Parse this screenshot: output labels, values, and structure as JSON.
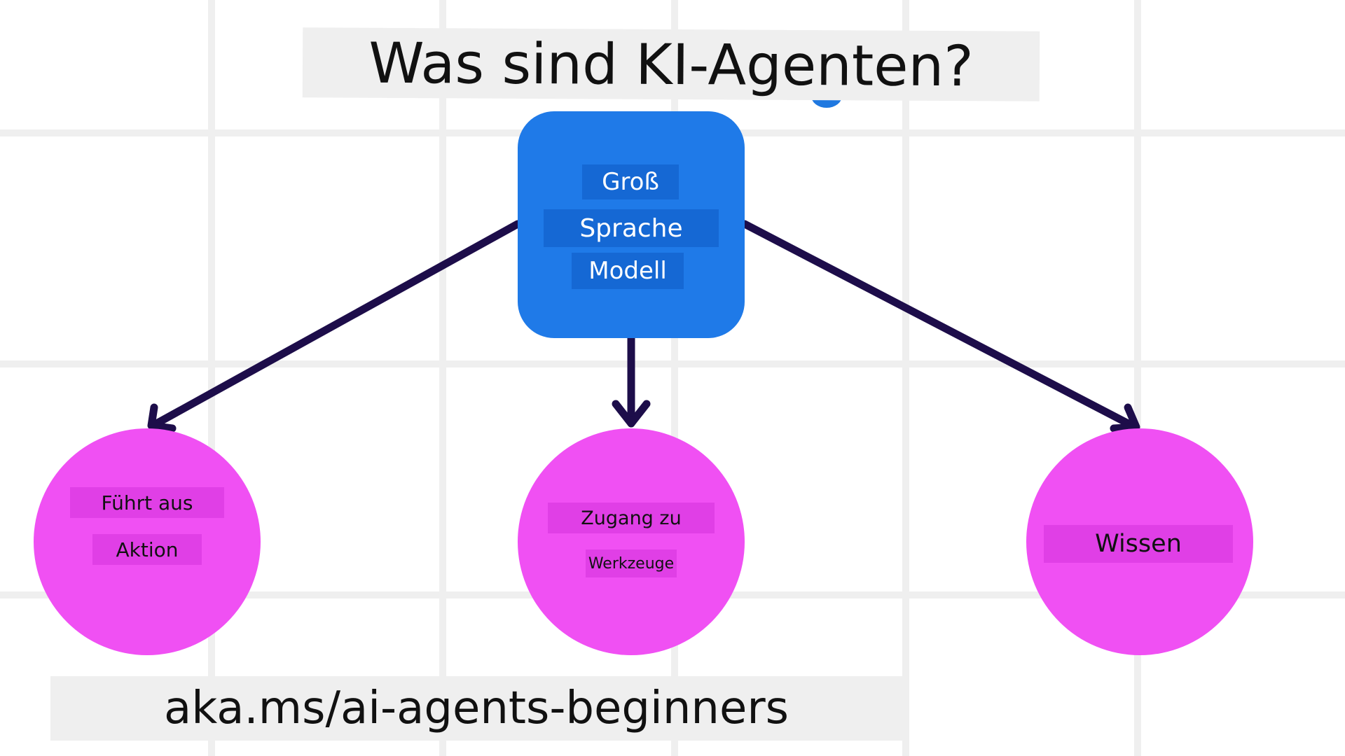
{
  "title": "Was sind KI-Agenten?",
  "footer_link": "aka.ms/ai-agents-beginners",
  "center_node": {
    "lines": [
      "Groß",
      "Sprache",
      "Modell"
    ]
  },
  "nodes": [
    {
      "lines": [
        "Führt aus",
        "Aktion"
      ]
    },
    {
      "lines": [
        "Zugang zu",
        "Werkzeuge"
      ]
    },
    {
      "lines": [
        "Wissen"
      ]
    }
  ],
  "colors": {
    "center_fill": "#1f7ae8",
    "node_fill": "#f050f3",
    "arrow": "#1d0d4a",
    "banner": "#efefef",
    "grid": "#efefef"
  }
}
